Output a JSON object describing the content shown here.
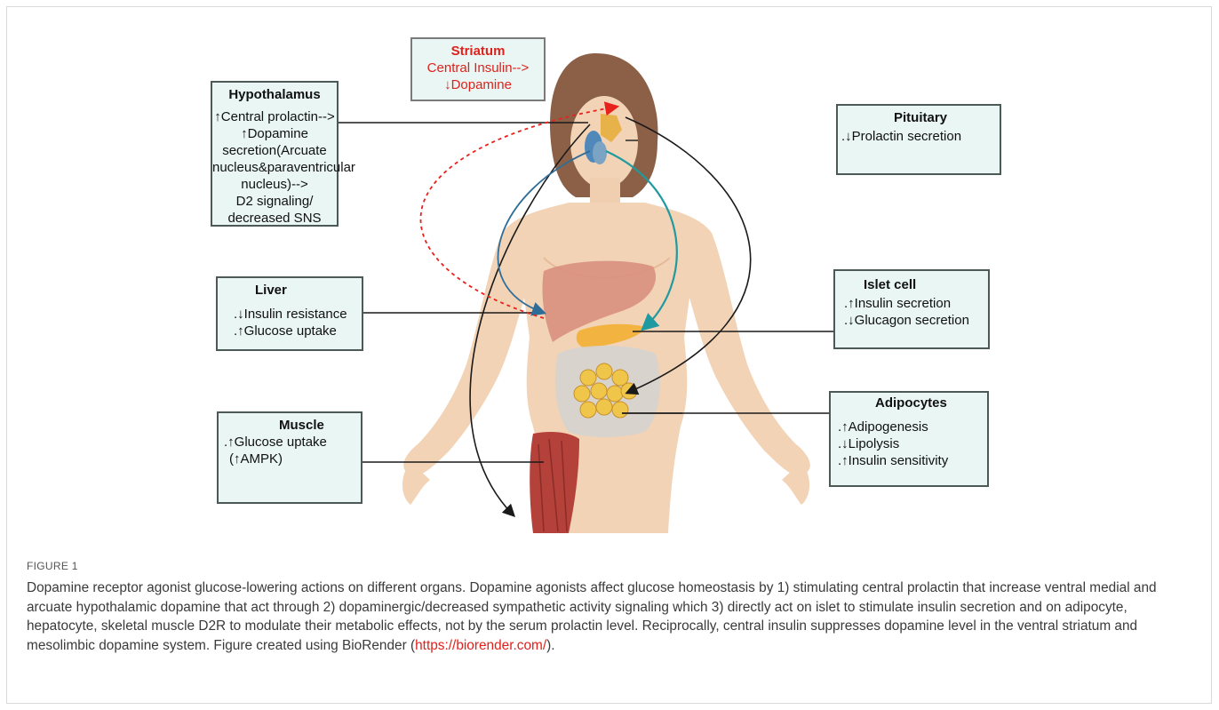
{
  "figure": {
    "label": "FIGURE 1",
    "caption_text": "Dopamine receptor agonist glucose-lowering actions on different organs. Dopamine agonists affect glucose homeostasis by 1) stimulating central prolactin that increase ventral medial and arcuate hypothalamic dopamine that act through 2) dopaminergic/decreased sympathetic activity signaling which 3) directly act on islet to stimulate insulin secretion and on adipocyte, hepatocyte, skeletal muscle D2R to modulate their metabolic effects, not by the serum prolactin level. Reciprocally, central insulin suppresses dopamine level in the ventral striatum and mesolimbic dopamine system. Figure created using BioRender (",
    "caption_link": "https://biorender.com/",
    "caption_end": ")."
  },
  "boxes": {
    "striatum": {
      "title": "Striatum",
      "lines": [
        "Central Insulin-->",
        "↓Dopamine"
      ]
    },
    "hypothalamus": {
      "title": "Hypothalamus",
      "lines": [
        "↑Central prolactin-->",
        "↑Dopamine",
        "secretion(Arcuate",
        "nucleus&paraventricular",
        "nucleus)-->",
        "D2 signaling/",
        "decreased SNS"
      ]
    },
    "pituitary": {
      "title": "Pituitary",
      "lines": [
        ".↓Prolactin secretion"
      ]
    },
    "liver": {
      "title": "Liver",
      "lines": [
        ".↓Insulin resistance",
        ".↑Glucose uptake"
      ]
    },
    "islet": {
      "title": "Islet cell",
      "lines": [
        ".↑Insulin secretion",
        ".↓Glucagon secretion"
      ]
    },
    "adipocytes": {
      "title": "Adipocytes",
      "lines": [
        ".↑Adipogenesis",
        ".↓Lipolysis",
        ".↑Insulin sensitivity"
      ]
    },
    "muscle": {
      "title": "Muscle",
      "lines": [
        ".↑Glucose uptake",
        "(↑AMPK)"
      ]
    }
  },
  "colors": {
    "box_fill": "#e9f6f3",
    "box_border": "#4b5a57",
    "red_text": "#e0211b",
    "skin": "#f2d3b6",
    "arrow_black": "#1a1a1a",
    "arrow_blue": "#2f6d99",
    "arrow_teal": "#1f9aa0",
    "arrow_red_dashed": "#e8211b"
  }
}
